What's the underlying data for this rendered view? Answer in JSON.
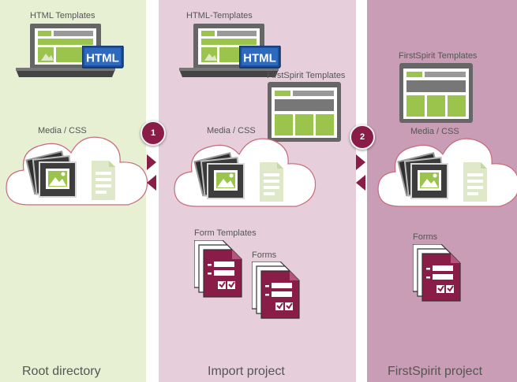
{
  "root": {
    "html_templates_label": "HTML Templates",
    "html_badge": "HTML",
    "media_label": "Media / CSS",
    "footer": "Root directory"
  },
  "import": {
    "html_templates_label": "HTML-Templates",
    "html_badge": "HTML",
    "firstspirit_templates_label": "FirstSpirit Templates",
    "media_label": "Media / CSS",
    "form_templates_label": "Form Templates",
    "forms_label": "Forms",
    "footer": "Import project"
  },
  "firstspirit": {
    "templates_label": "FirstSpirit Templates",
    "media_label": "Media / CSS",
    "forms_label": "Forms",
    "footer": "FirstSpirit project"
  },
  "steps": {
    "step1": "1",
    "step2": "2"
  },
  "colors": {
    "root_bg": "#e8f0d3",
    "import_bg": "#e6cfdb",
    "firstspirit_bg": "#c99db5",
    "accent": "#8a1c48",
    "template_green": "#9bc44d",
    "html_blue": "#1b4e9a"
  },
  "icons": [
    "laptop-icon",
    "html-badge-icon",
    "template-window-icon",
    "cloud-icon",
    "image-stack-icon",
    "document-icon",
    "form-stack-icon",
    "arrow-right-icon",
    "arrow-left-icon"
  ]
}
